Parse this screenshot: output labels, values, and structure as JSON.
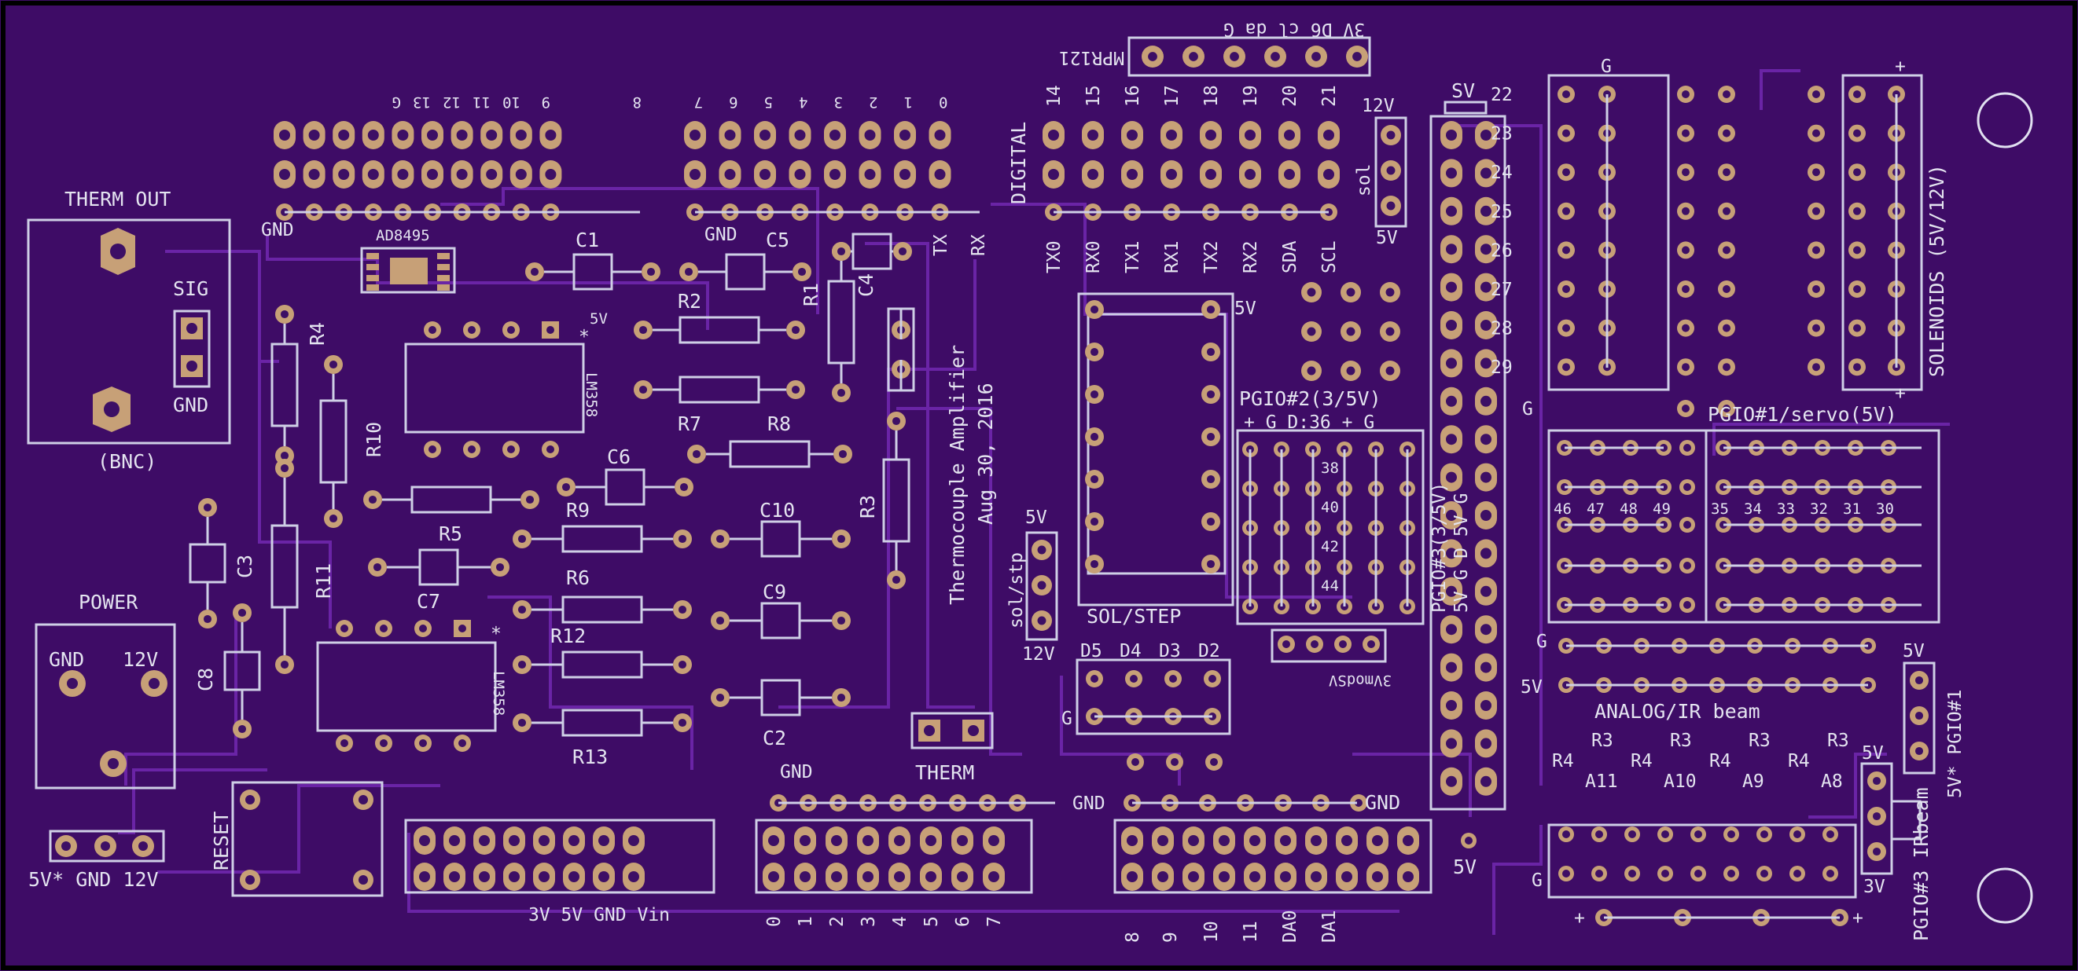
{
  "board": {
    "colors": {
      "pcb": "#3e0c66",
      "silkscreen": "#e4e4f0",
      "pad": "#c7a077",
      "trace": "#6a24a6"
    },
    "connectors": {
      "therm_out": {
        "title": "THERM OUT",
        "sig": "SIG",
        "gnd": "GND",
        "bnc": "(BNC)"
      },
      "power": {
        "title": "POWER",
        "gnd": "GND",
        "v12": "12V"
      },
      "pwr_header": "5V* GND 12V",
      "therm": "THERM",
      "reset": "RESET",
      "mpr121": "MPR121",
      "mpr121_pins": "3V D6 cl da      G",
      "sol_header": {
        "top": "12V",
        "mid": "sol",
        "bottom": "5V"
      },
      "sol_stp": {
        "top": "5V",
        "mid": "sol/stp",
        "bottom": "12V"
      },
      "sol_step": "SOL/STEP",
      "mod": "3VmodSV",
      "v5_top": "5V",
      "v5_bottom": "5V"
    },
    "components": {
      "ad8495": "AD8495",
      "lm358_a": "LM358",
      "lm358_b": "LM358",
      "five_v_mark": "5V",
      "c1": "C1",
      "c2": "C2",
      "c3": "C3",
      "c4": "C4",
      "c5": "C5",
      "c6": "C6",
      "c7": "C7",
      "c8": "C8",
      "c9": "C9",
      "c10": "C10",
      "r1": "R1",
      "r2": "R2",
      "r3": "R3",
      "r4": "R4",
      "r5": "R5",
      "r6": "R6",
      "r7": "R7",
      "r8": "R8",
      "r9": "R9",
      "r10": "R10",
      "r11": "R11",
      "r12": "R12",
      "r13": "R13",
      "title": "Thermocouple Amplifier",
      "date": "Aug 30, 2016"
    },
    "headers": {
      "top_left_numbers": [
        "G",
        "13",
        "12",
        "11",
        "10",
        "9",
        "8"
      ],
      "top_mid_numbers": [
        "7",
        "6",
        "5",
        "4",
        "3",
        "2",
        "1",
        "0"
      ],
      "top_gnd_a": "GND",
      "top_gnd_b": "GND",
      "tx": "TX",
      "rx": "RX",
      "digital": "DIGITAL",
      "digital_numbers": [
        "14",
        "15",
        "16",
        "17",
        "18",
        "19",
        "20",
        "21"
      ],
      "digital_names": [
        "TX0",
        "RX0",
        "TX1",
        "RX1",
        "TX2",
        "RX2",
        "SDA",
        "SCL"
      ],
      "bottom_power": "3V 5V GND Vin",
      "bottom_numbers_a": [
        "0",
        "1",
        "2",
        "3",
        "4",
        "5",
        "6",
        "7"
      ],
      "bottom_numbers_b": [
        "8",
        "9",
        "10",
        "11",
        "DA0",
        "DA1"
      ],
      "gnd_row_a": "GND",
      "gnd_row_b": "GND",
      "gnd_row_c": "GND",
      "d_labels": [
        "D5",
        "D4",
        "D3",
        "D2"
      ],
      "d_g": "G"
    },
    "right_side": {
      "sv_top": "SV",
      "pin_numbers": [
        "22",
        "23",
        "24",
        "25",
        "26",
        "27",
        "28",
        "29"
      ],
      "g_top": "G",
      "g_left": "G",
      "plus_top": "+",
      "plus_bottom": "+",
      "solenoids": "SOLENOIDS (5V/12V)",
      "pgio2": "PGIO#2(3/5V)",
      "pgio2_pins": "+ G D:36 + G",
      "pgio2_numbers": [
        "38",
        "40",
        "42",
        "44"
      ],
      "pgio3_vert": "PGIO#3(3/5V)",
      "pgio3_pins": "5V G D 5V G",
      "pgio1": "PGIO#1/servo(5V)",
      "row_numbers_left": [
        "46",
        "47",
        "48",
        "49"
      ],
      "row_numbers_right": [
        "35",
        "34",
        "33",
        "32",
        "31",
        "30"
      ],
      "analog_g": "G",
      "analog_5v": "5V",
      "analog_ir": "ANALOG/IR beam",
      "r_labels": [
        "R3",
        "R3",
        "R3",
        "R3"
      ],
      "r4_labels": [
        "R4",
        "R4",
        "R4",
        "R4"
      ],
      "a_labels": [
        "A11",
        "A10",
        "A9",
        "A8"
      ],
      "five_v_pgio1": "5V",
      "pgio1_vert": "5V* PGIO#1",
      "pgio3_irbeam": "PGIO#3 IRbeam",
      "pgio3_5v": "5V",
      "pgio3_3v": "3V",
      "bottom_g": "G",
      "plus_a": "+",
      "plus_b": "+"
    }
  }
}
